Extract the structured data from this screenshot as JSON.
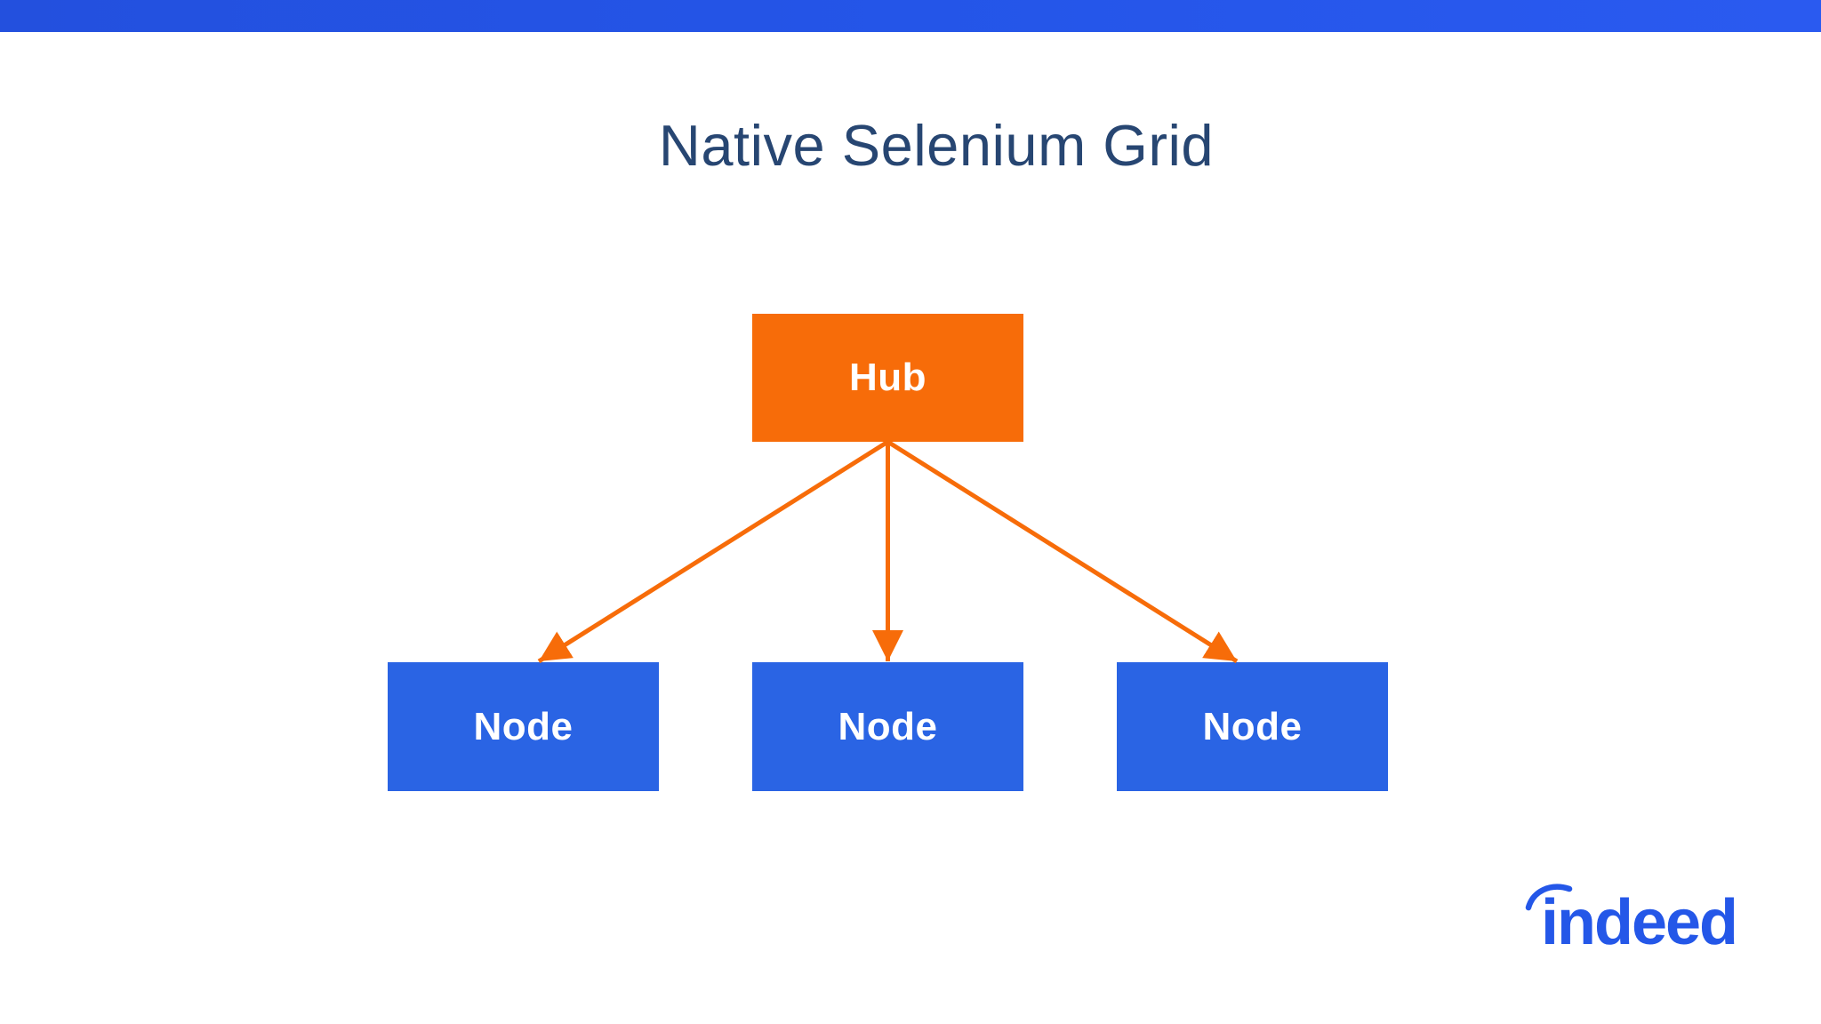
{
  "colors": {
    "background": "#ffffff",
    "topbar": "#2455e8",
    "title": "#274672",
    "hub": "#f76c09",
    "node": "#2a64e4",
    "arrow": "#f76c09",
    "box_text": "#ffffff",
    "logo": "#2457e8"
  },
  "slide": {
    "title": "Native Selenium Grid"
  },
  "diagram": {
    "hub": {
      "label": "Hub"
    },
    "nodes": [
      {
        "label": "Node"
      },
      {
        "label": "Node"
      },
      {
        "label": "Node"
      }
    ],
    "connections": [
      {
        "from": "hub",
        "to": "node-1"
      },
      {
        "from": "hub",
        "to": "node-2"
      },
      {
        "from": "hub",
        "to": "node-3"
      }
    ]
  },
  "branding": {
    "logo_text": "indeed"
  }
}
